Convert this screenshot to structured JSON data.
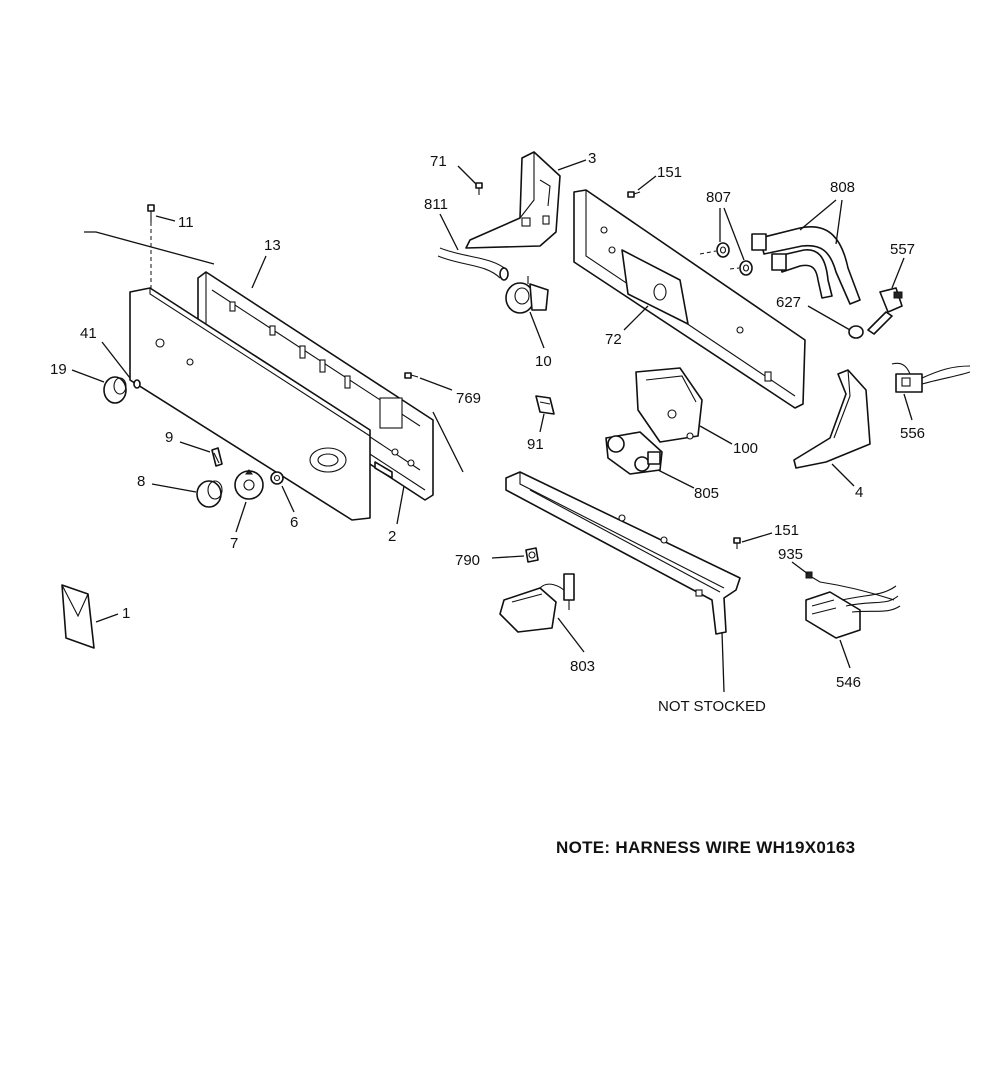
{
  "parts": [
    {
      "id": "p1",
      "number": "1"
    },
    {
      "id": "p2",
      "number": "2"
    },
    {
      "id": "p3",
      "number": "3"
    },
    {
      "id": "p4",
      "number": "4"
    },
    {
      "id": "p6",
      "number": "6"
    },
    {
      "id": "p7",
      "number": "7"
    },
    {
      "id": "p8",
      "number": "8"
    },
    {
      "id": "p9",
      "number": "9"
    },
    {
      "id": "p10",
      "number": "10"
    },
    {
      "id": "p11",
      "number": "11"
    },
    {
      "id": "p13",
      "number": "13"
    },
    {
      "id": "p19",
      "number": "19"
    },
    {
      "id": "p41",
      "number": "41"
    },
    {
      "id": "p71",
      "number": "71"
    },
    {
      "id": "p72",
      "number": "72"
    },
    {
      "id": "p91",
      "number": "91"
    },
    {
      "id": "p100",
      "number": "100"
    },
    {
      "id": "p151a",
      "number": "151"
    },
    {
      "id": "p151b",
      "number": "151"
    },
    {
      "id": "p546",
      "number": "546"
    },
    {
      "id": "p556",
      "number": "556"
    },
    {
      "id": "p557",
      "number": "557"
    },
    {
      "id": "p627",
      "number": "627"
    },
    {
      "id": "p769",
      "number": "769"
    },
    {
      "id": "p790",
      "number": "790"
    },
    {
      "id": "p803",
      "number": "803"
    },
    {
      "id": "p805",
      "number": "805"
    },
    {
      "id": "p807",
      "number": "807"
    },
    {
      "id": "p808",
      "number": "808"
    },
    {
      "id": "p811",
      "number": "811"
    },
    {
      "id": "p935",
      "number": "935"
    }
  ],
  "not_stocked_label": "NOT STOCKED",
  "note": "NOTE: HARNESS WIRE WH19X0163"
}
